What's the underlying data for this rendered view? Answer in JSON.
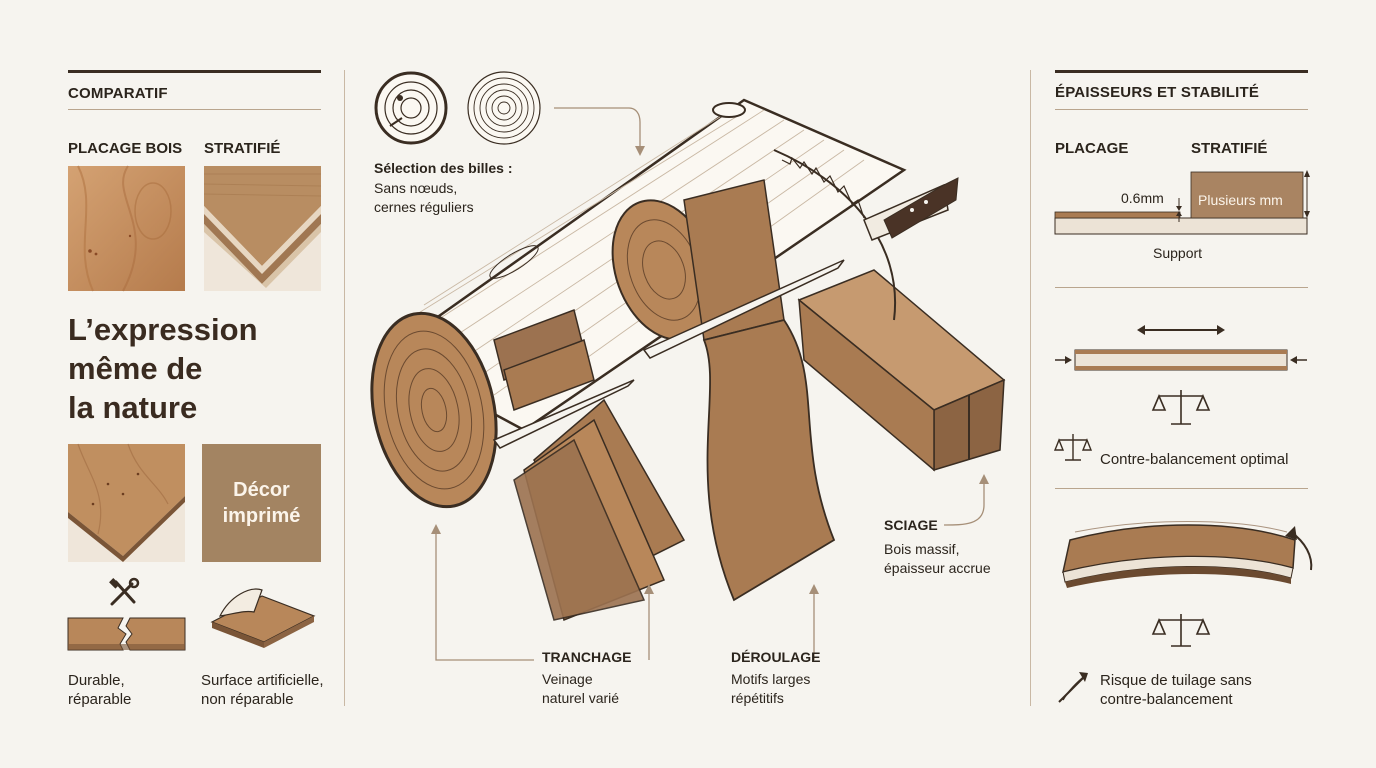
{
  "left": {
    "section_title": "COMPARATIF",
    "col1_title": "PLACAGE BOIS",
    "col2_title": "STRATIFIÉ",
    "tagline": [
      "L’expression",
      "même de",
      "la nature"
    ],
    "decor_label": [
      "Décor",
      "imprimé"
    ],
    "col1_note": [
      "Durable,",
      "réparable"
    ],
    "col2_note": [
      "Surface artificielle,",
      "non réparable"
    ]
  },
  "center": {
    "selection_title": "Sélection des billes :",
    "selection_text": [
      "Sans nœuds,",
      "cernes réguliers"
    ],
    "tranchage_title": "TRANCHAGE",
    "tranchage_text": [
      "Veinage",
      "naturel varié"
    ],
    "deroulage_title": "DÉROULAGE",
    "deroulage_text": [
      "Motifs larges",
      "répétitifs"
    ],
    "sciage_title": "SCIAGE",
    "sciage_text": [
      "Bois massif,",
      "épaisseur accrue"
    ]
  },
  "right": {
    "section_title": "ÉPAISSEURS ET STABILITÉ",
    "col1_title": "PLACAGE",
    "col2_title": "STRATIFIÉ",
    "veneer_thickness": "0.6mm",
    "laminate_thickness": "Plusieurs mm",
    "support_label": "Support",
    "balance_label": "Contre-balancement optimal",
    "warp_label": [
      "Risque de tuilage sans",
      "contre-balancement"
    ]
  },
  "colors": {
    "ink": "#3a2d22",
    "wood_light": "#c9996a",
    "wood_mid": "#a97b52",
    "wood_dark": "#7a5537",
    "paper": "#f6f4ef",
    "decor_bg": "#a38462"
  }
}
